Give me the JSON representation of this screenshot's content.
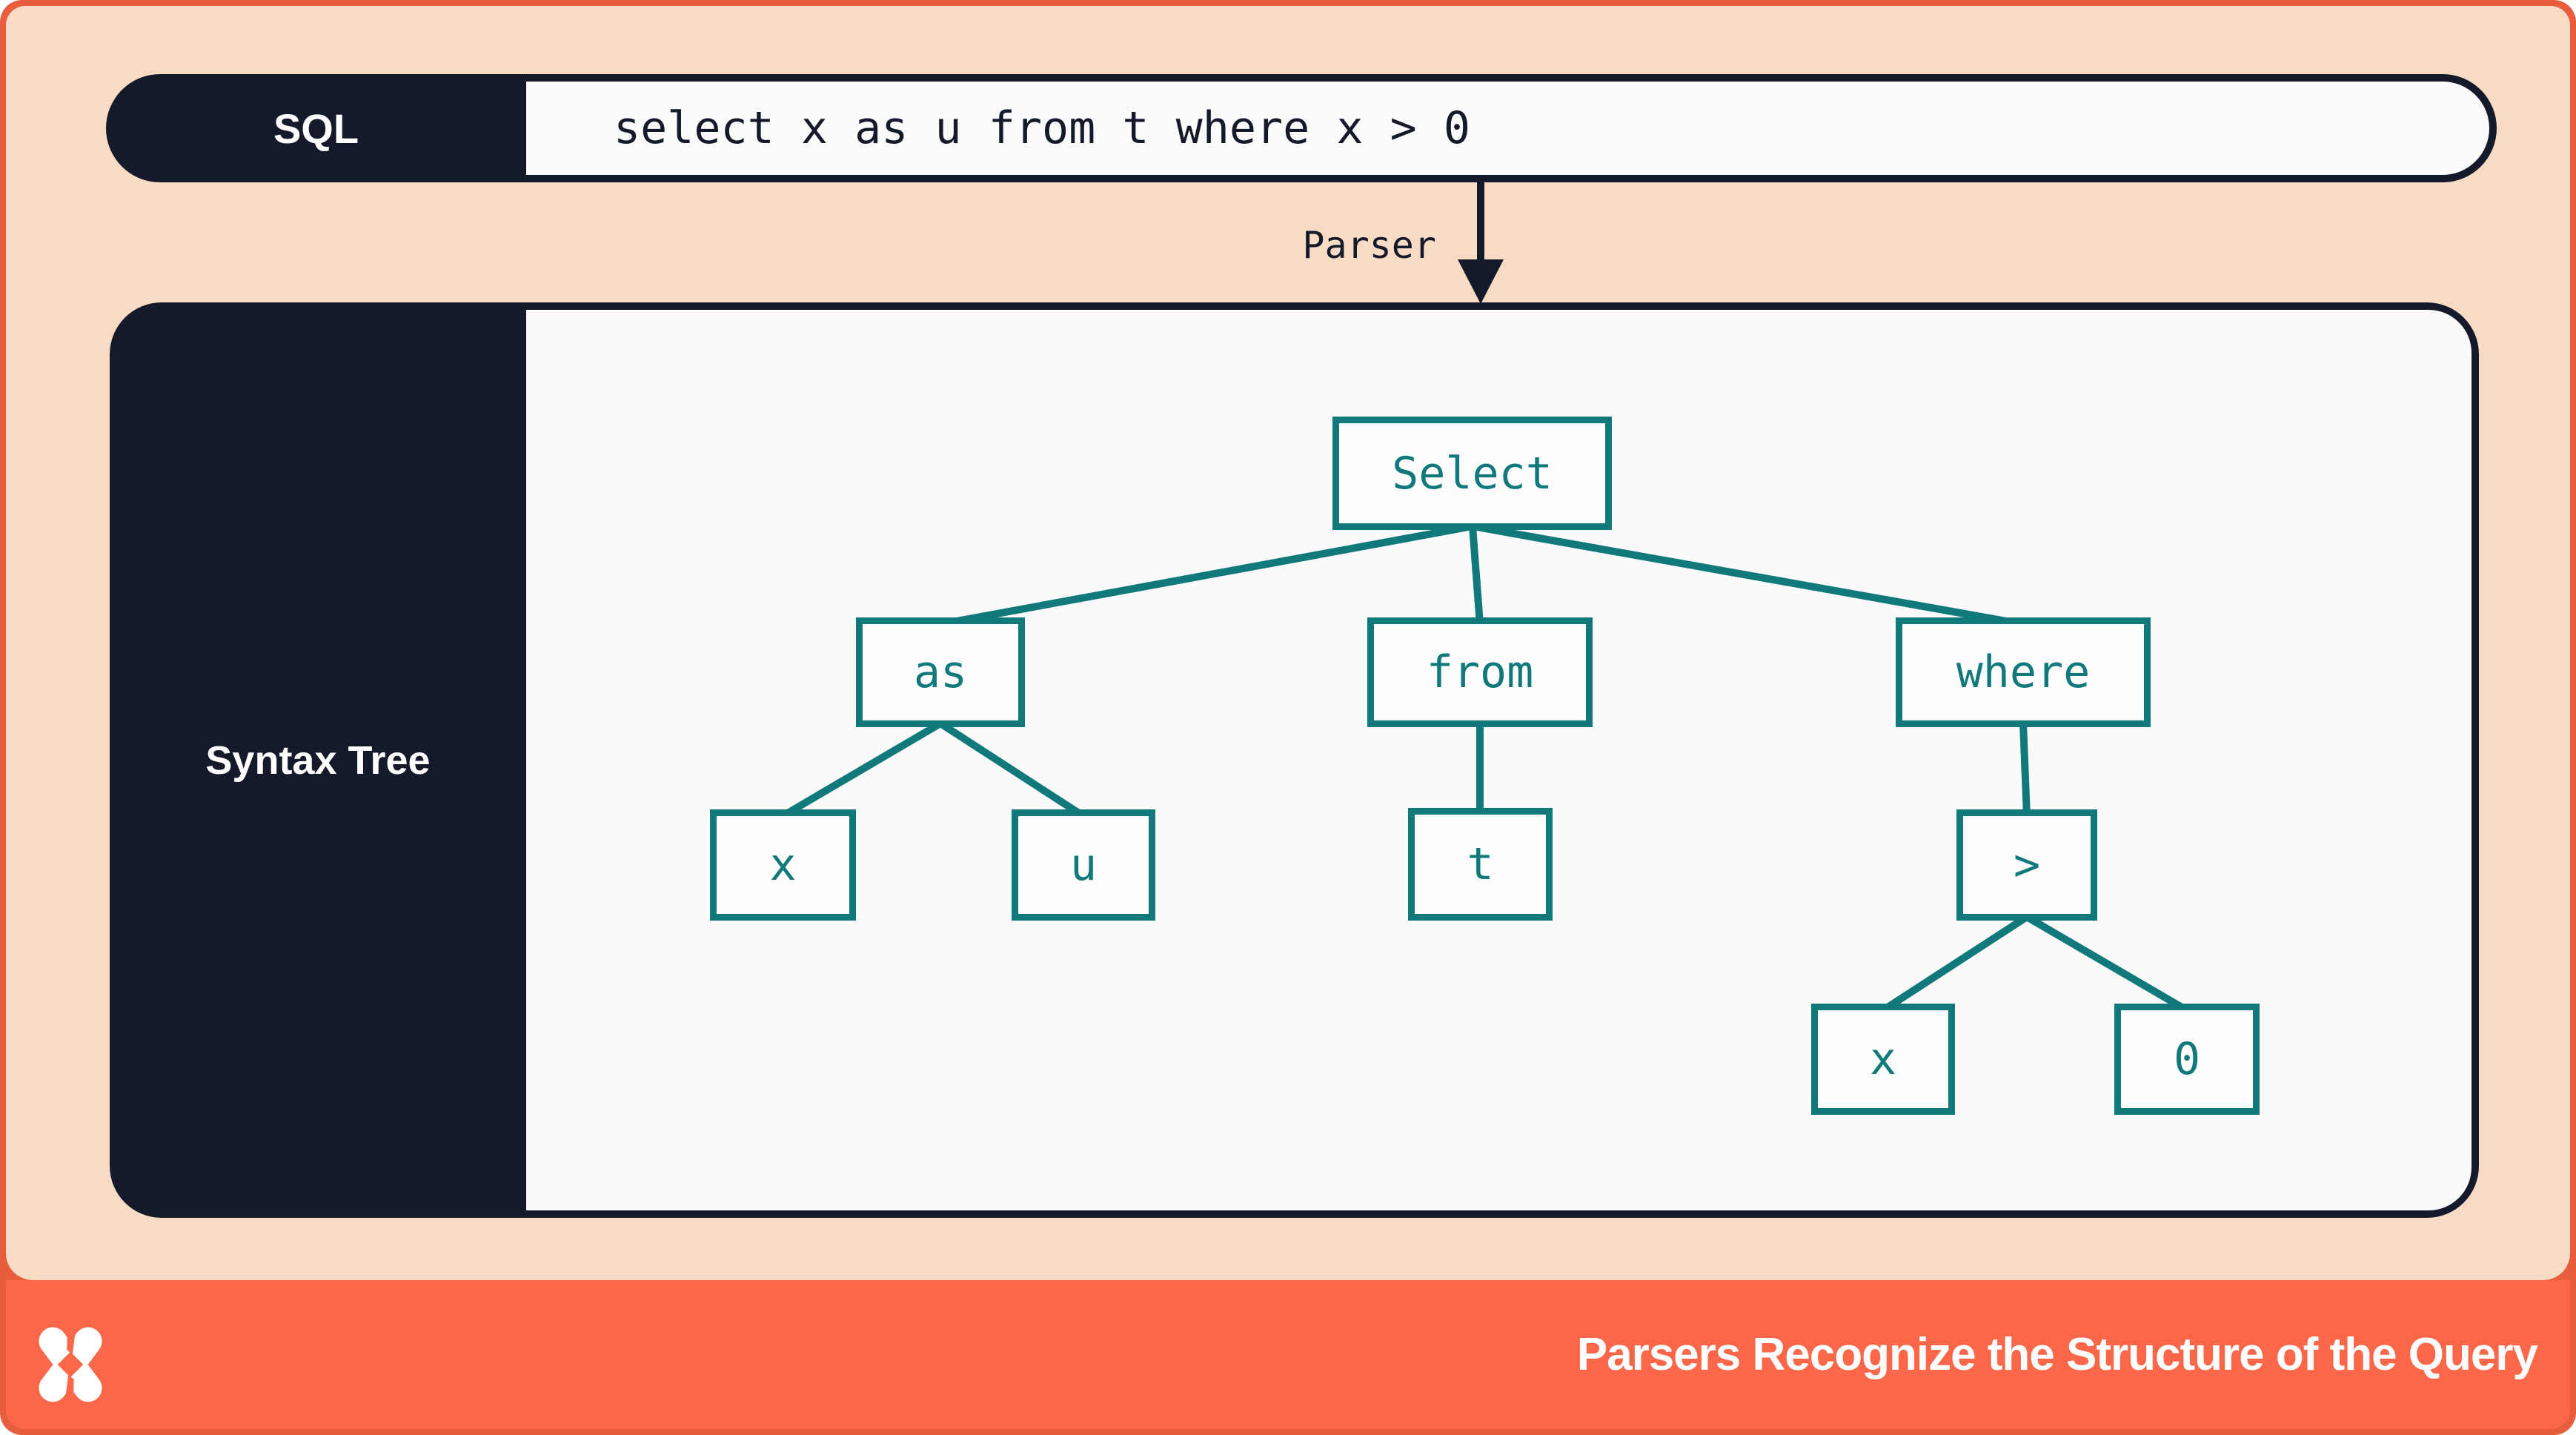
{
  "slide": {
    "sql_bar": {
      "label": "SQL",
      "code": "select x as u from t where x > 0"
    },
    "parser_arrow": {
      "label": "Parser"
    },
    "syntax_tree_panel": {
      "label": "Syntax Tree",
      "nodes": [
        {
          "id": "select",
          "label": "Select"
        },
        {
          "id": "as",
          "label": "as"
        },
        {
          "id": "from",
          "label": "from"
        },
        {
          "id": "where",
          "label": "where"
        },
        {
          "id": "x-alias",
          "label": "x"
        },
        {
          "id": "u",
          "label": "u"
        },
        {
          "id": "t",
          "label": "t"
        },
        {
          "id": "gt",
          "label": ">"
        },
        {
          "id": "x-cond",
          "label": "x"
        },
        {
          "id": "zero",
          "label": "0"
        }
      ],
      "edges": [
        [
          "Select",
          "as"
        ],
        [
          "Select",
          "from"
        ],
        [
          "Select",
          "where"
        ],
        [
          "as",
          "x"
        ],
        [
          "as",
          "u"
        ],
        [
          "from",
          "t"
        ],
        [
          "where",
          ">"
        ],
        [
          ">",
          "x"
        ],
        [
          ">",
          "0"
        ]
      ]
    },
    "footer": {
      "title": "Parsers Recognize the Structure of the Query",
      "logo": "pinwheel-x-logo"
    }
  },
  "colors": {
    "orange-frame": "#e85d3c",
    "orange-band": "#fc6749",
    "peach": "#f8dbc5",
    "navy": "#141a29",
    "teal": "#11797c",
    "white": "#fbfbfb"
  }
}
